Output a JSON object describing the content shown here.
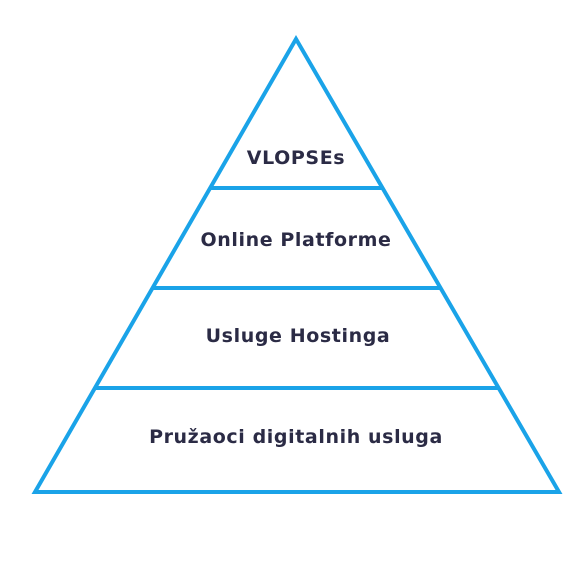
{
  "diagram": {
    "type": "pyramid",
    "line_color": "#1aa3e8",
    "text_color": "#2b2b45",
    "tiers": [
      {
        "label": "VLOPSEs"
      },
      {
        "label": "Online Platforme"
      },
      {
        "label": "Usluge Hostinga"
      },
      {
        "label": "Pružaoci digitalnih usluga"
      }
    ]
  }
}
